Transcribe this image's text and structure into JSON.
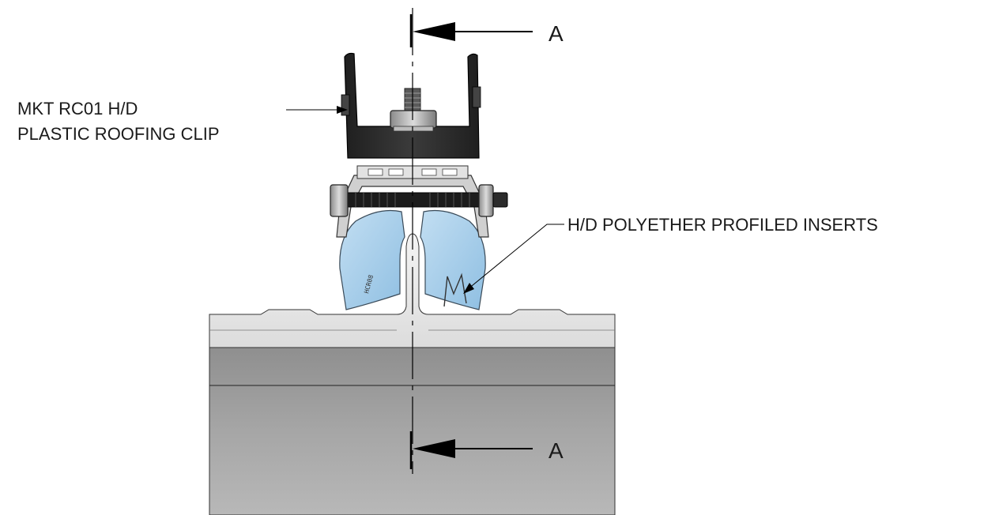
{
  "callouts": {
    "clip_line1": "MKT RC01 H/D",
    "clip_line2": "PLASTIC ROOFING CLIP",
    "inserts": "H/D POLYETHER PROFILED INSERTS"
  },
  "section": {
    "top_letter": "A",
    "bottom_letter": "A"
  },
  "colors": {
    "clip": "#2f2f2f",
    "insert": "#a9cde9",
    "roof_sheet": "#9d9d9d",
    "roof_top": "#efefef",
    "line": "#000000"
  }
}
